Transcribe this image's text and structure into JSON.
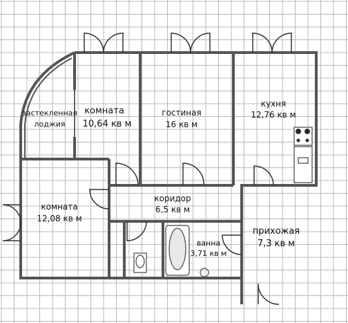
{
  "rooms": {
    "loggia": {
      "line1": "застекленная",
      "line2": "лоджия"
    },
    "room1": {
      "name": "комната",
      "area": "10,64 кв м"
    },
    "living": {
      "name": "гостиная",
      "area": "16 кв м"
    },
    "kitchen": {
      "name": "кухня",
      "area": "12,76 кв м"
    },
    "room2": {
      "name": "комната",
      "area": "12,08 кв м"
    },
    "corridor": {
      "name": "коридор",
      "area": "6,5 кв м"
    },
    "bath": {
      "name": "ванна",
      "area": "3,71 кв м"
    },
    "hall": {
      "name": "прихожая",
      "area": "7,3 кв м"
    }
  },
  "colors": {
    "wall": "#555555",
    "grid": "#b8b8b8",
    "background": "#ffffff"
  }
}
